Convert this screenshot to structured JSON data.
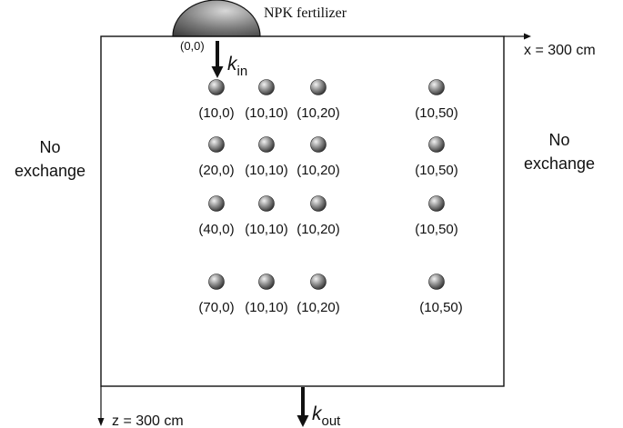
{
  "fertilizer": {
    "label": "NPK fertilizer"
  },
  "origin": {
    "label": "(0,0)"
  },
  "axes": {
    "x_label": "x = 300 cm",
    "z_label": "z = 300 cm"
  },
  "boundaries": {
    "left": [
      "No",
      "exchange"
    ],
    "right": [
      "No",
      "exchange"
    ]
  },
  "flux": {
    "in": {
      "symbol": "k",
      "subscript": "in"
    },
    "out": {
      "symbol": "k",
      "subscript": "out"
    }
  },
  "sensor_rows": [
    {
      "labels": [
        "(10,0)",
        "(10,10)",
        "(10,20)",
        "(10,50)"
      ]
    },
    {
      "labels": [
        "(20,0)",
        "(10,10)",
        "(10,20)",
        "(10,50)"
      ]
    },
    {
      "labels": [
        "(40,0)",
        "(10,10)",
        "(10,20)",
        "(10,50)"
      ]
    },
    {
      "labels": [
        "(70,0)",
        "(10,10)",
        "(10,20)",
        "(10,50)"
      ]
    }
  ],
  "colors": {
    "line": "#111111",
    "mound_dark": "#3a3a3a",
    "mound_light": "#d8d8d8",
    "sensor_dark": "#2a2a2a",
    "sensor_light": "#e6e6e6"
  }
}
